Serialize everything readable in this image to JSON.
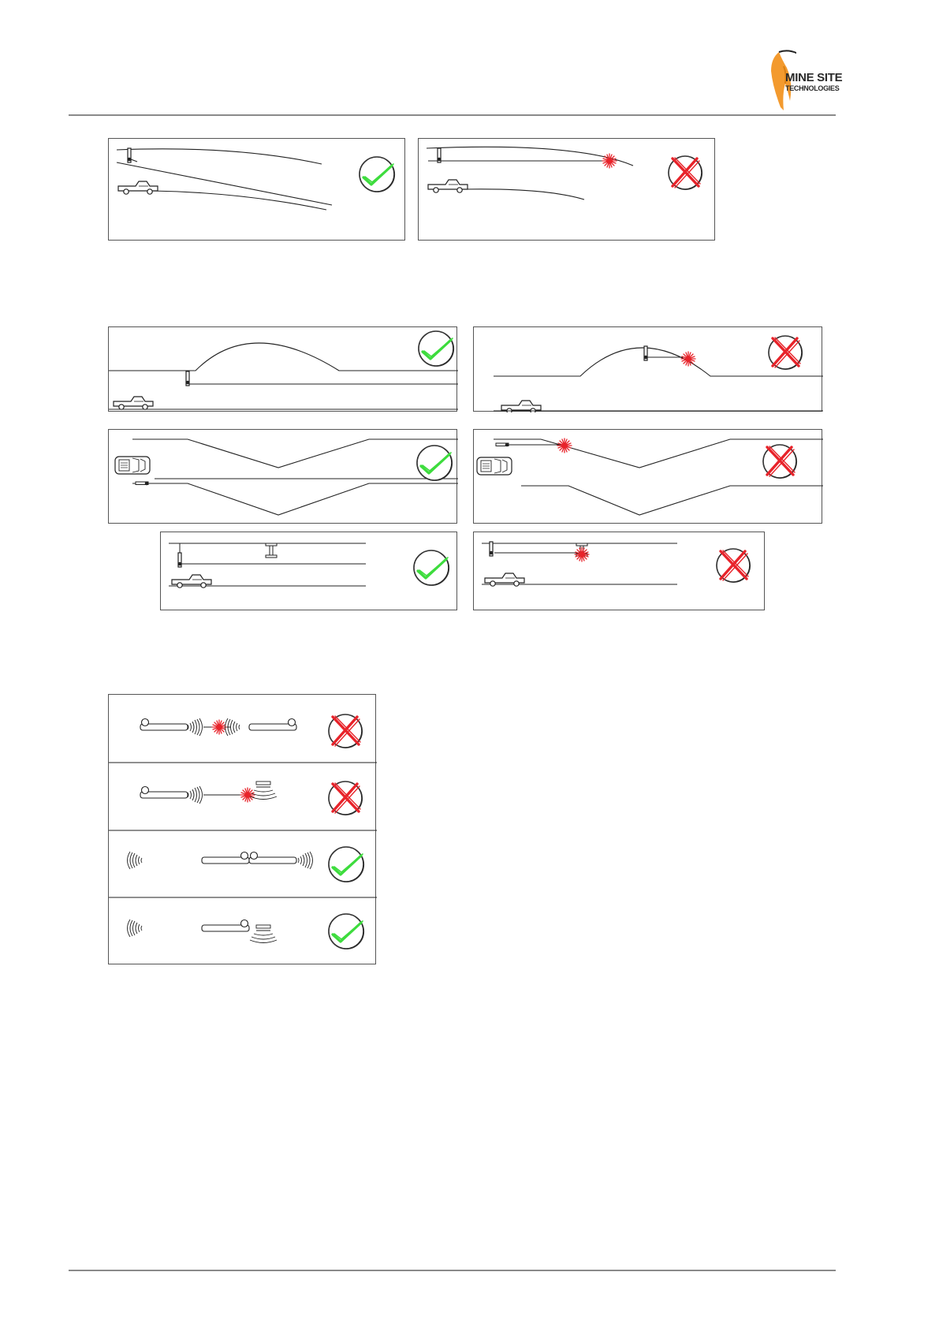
{
  "header": {
    "logo": {
      "line1": "MINE SITE",
      "line2": "TECHNOLOGIES",
      "accent_color": "#f39a2e"
    }
  },
  "colors": {
    "ok": "#3ddc3d",
    "fail": "#e8232a",
    "line": "#222222",
    "rule": "#8a8a8a"
  },
  "diagrams": {
    "section1": [
      {
        "name": "curve-ok",
        "result": "ok"
      },
      {
        "name": "curve-blocked",
        "result": "fail"
      }
    ],
    "section2": [
      {
        "name": "hump-ok",
        "result": "ok"
      },
      {
        "name": "hump-blocked",
        "result": "fail"
      },
      {
        "name": "dip-ok",
        "result": "ok"
      },
      {
        "name": "dip-blocked",
        "result": "fail"
      },
      {
        "name": "beam-ok",
        "result": "ok"
      },
      {
        "name": "beam-blocked",
        "result": "fail"
      }
    ],
    "section3": [
      {
        "name": "facing-devices",
        "result": "fail"
      },
      {
        "name": "device-facing-reflector",
        "result": "fail"
      },
      {
        "name": "devices-facing-away",
        "result": "ok"
      },
      {
        "name": "device-away-from-reflector",
        "result": "ok"
      }
    ]
  }
}
